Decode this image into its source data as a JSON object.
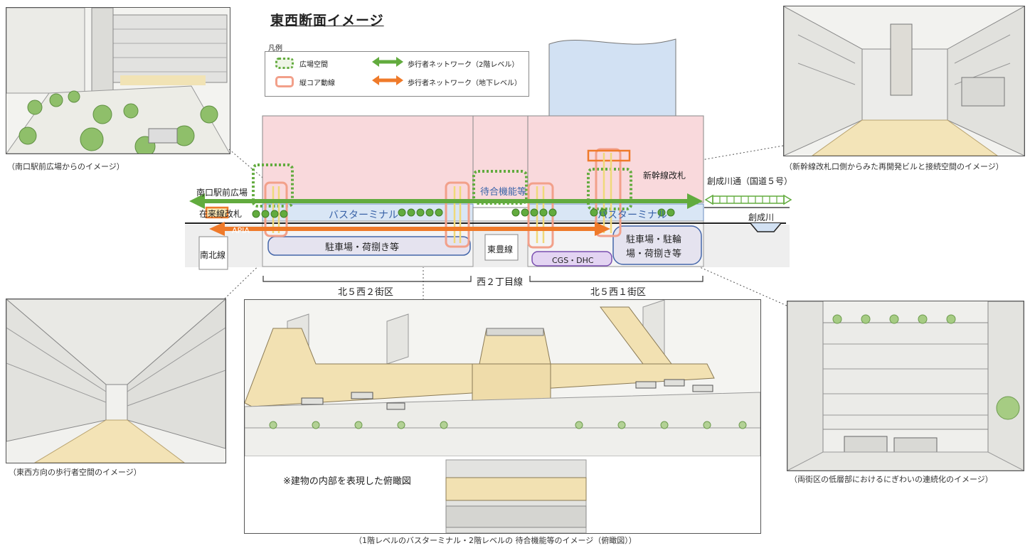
{
  "title": "東西断面イメージ",
  "legend": {
    "heading": "凡例",
    "plaza": "広場空間",
    "core": "縦コア動線",
    "net2f": "歩行者ネットワーク（2階レベル）",
    "netb1": "歩行者ネットワーク（地下レベル）"
  },
  "section": {
    "south_plaza": "南口駅前広場",
    "conventional_gate": "在来線改札",
    "apia": "APIA",
    "nanboku": "南北線",
    "bus_terminal_1": "バスターミナル",
    "bus_terminal_2": "バスターミナル",
    "waiting": "待合機能等",
    "shinkansen_gate": "新幹線改札",
    "parking_w": "駐車場・荷捌き等",
    "parking_e_1": "駐車場・駐輪",
    "parking_e_2": "場・荷捌き等",
    "toho": "東豊線",
    "cgs": "CGS・DHC",
    "sosei_street": "創成川通（国道５号）",
    "sosei_river": "創成川",
    "block_w": "北５西２街区",
    "road_nishi2": "西２丁目線",
    "block_e": "北５西１街区"
  },
  "captions": {
    "tl": "（南口駅前広場からのイメージ）",
    "tr": "（新幹線改札口側からみた再開発ビルと接続空間のイメージ）",
    "bl": "（東西方向の歩行者空間のイメージ）",
    "br": "（両街区の低層部におけるにぎわいの連続化のイメージ）",
    "bc": "（1階レベルのバスターミナル・2階レベルの 待合機能等のイメージ（俯瞰図））"
  },
  "aerial_note": "※建物の内部を表現した俯瞰図",
  "colors": {
    "building_pink": "#f9d9dc",
    "tower_blue": "#d2e1f3",
    "bus_blue": "#d9e6f5",
    "green": "#62ab3e",
    "orange": "#ef7a2a",
    "core_border": "#f2a08a",
    "cgs_purple": "#e3d4f2",
    "parking_fill": "#e5e3ef",
    "beige": "#f3e5c0"
  }
}
